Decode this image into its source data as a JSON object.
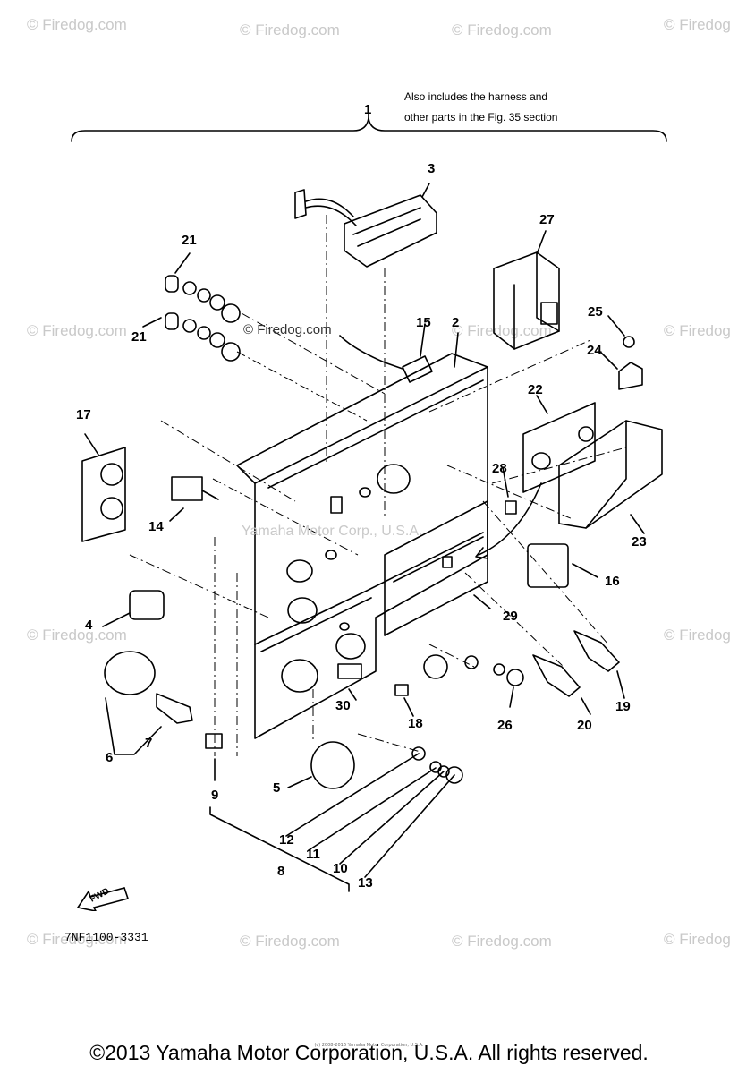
{
  "watermarks": {
    "text": "© Firedog.com",
    "short_text": "© Firedog"
  },
  "diagram": {
    "note_line1": "Also includes the harness and",
    "note_line2": "other parts in the Fig. 35 section",
    "center_watermark": "Yamaha Motor Corp., U.S.A.",
    "part_code": "7NF1100-3331",
    "fwd_label": "FWD",
    "callouts": {
      "c1": "1",
      "c2": "2",
      "c3": "3",
      "c4": "4",
      "c5": "5",
      "c6": "6",
      "c7": "7",
      "c8": "8",
      "c9": "9",
      "c10": "10",
      "c11": "11",
      "c12": "12",
      "c13": "13",
      "c14": "14",
      "c15": "15",
      "c16": "16",
      "c17": "17",
      "c18": "18",
      "c19": "19",
      "c20": "20",
      "c21a": "21",
      "c21b": "21",
      "c22": "22",
      "c23": "23",
      "c24": "24",
      "c25": "25",
      "c26": "26",
      "c27": "27",
      "c28": "28",
      "c29": "29",
      "c30": "30"
    }
  },
  "footer": {
    "copyright": "©2013 Yamaha Motor Corporation, U.S.A. All rights reserved.",
    "tiny_notice": "(c) 2008-2016 Yamaha Motor Corporation, U.S.A."
  }
}
